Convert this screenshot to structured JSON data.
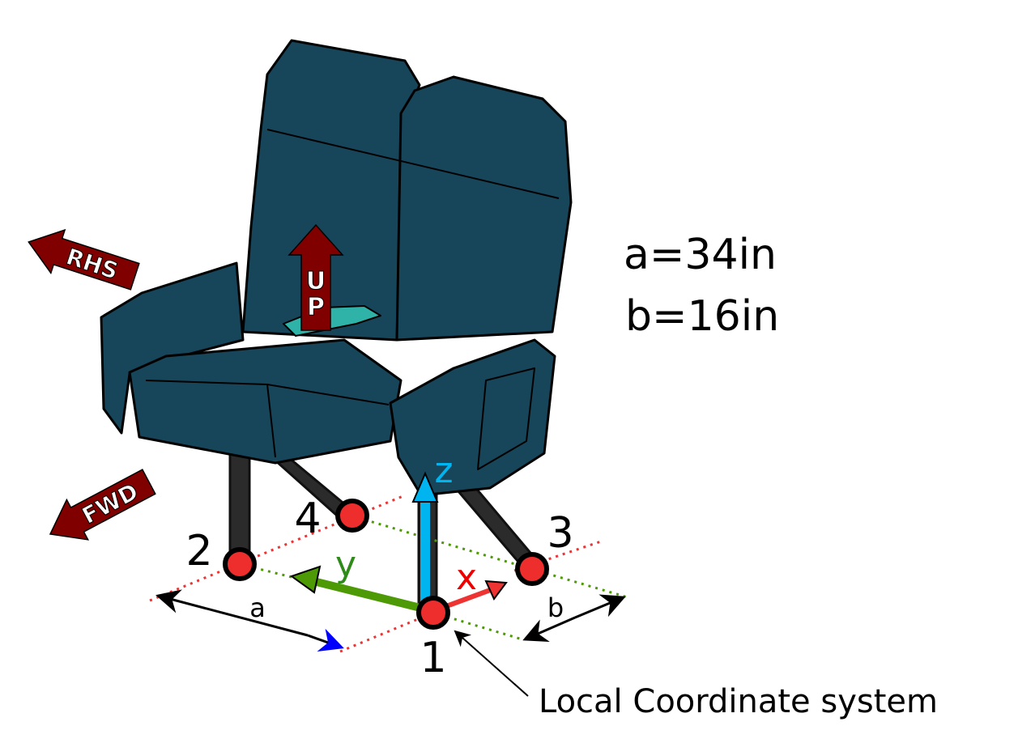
{
  "title": "Seat local coordinate system",
  "dimensions": {
    "a": "a=34in",
    "b": "b=16in"
  },
  "direction_labels": {
    "up": "UP",
    "rhs": "RHS",
    "fwd": "FWD"
  },
  "axes": {
    "x": "x",
    "y": "y",
    "z": "z"
  },
  "points": [
    "1",
    "2",
    "3",
    "4"
  ],
  "dimension_marks": {
    "a": "a",
    "b": "b"
  },
  "callout": "Local Coordinate system",
  "colors": {
    "seat": "#17455a",
    "point": "#ee2d2d",
    "x_axis": "#e33",
    "y_axis": "#4e9a06",
    "z_axis": "#00b4f0",
    "arrow_dir": "#800000"
  }
}
